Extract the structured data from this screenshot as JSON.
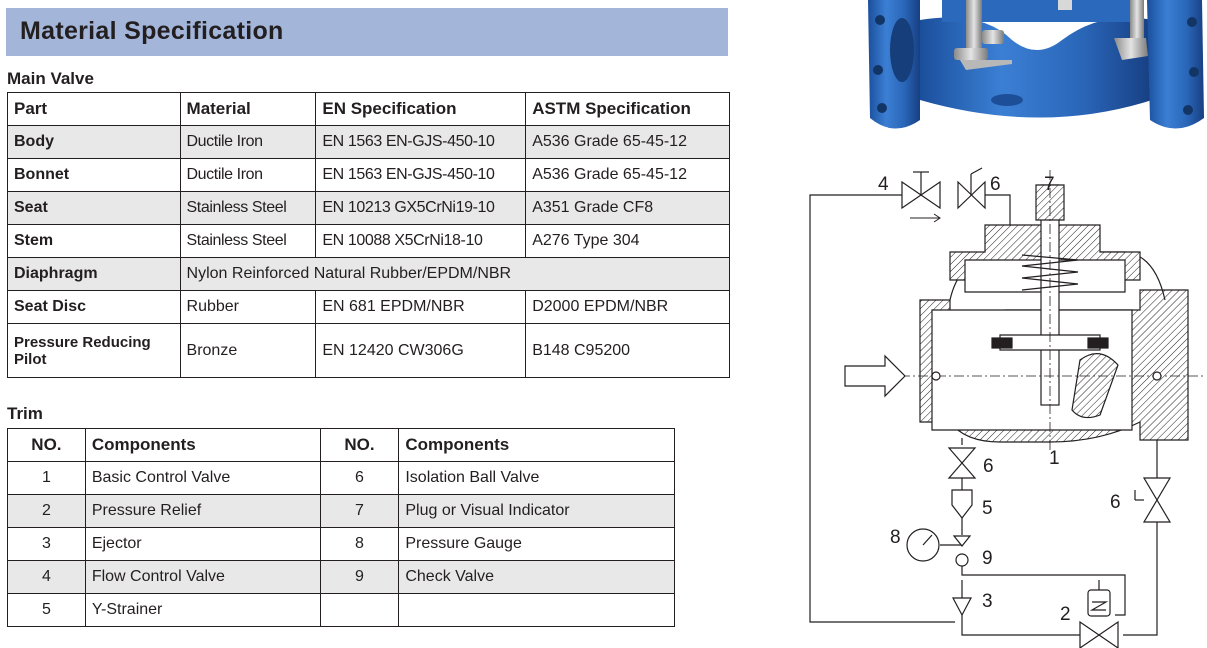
{
  "title": "Material Specification",
  "main_valve": {
    "label": "Main Valve",
    "headers": [
      "Part",
      "Material",
      "EN Specification",
      "ASTM Specification"
    ],
    "rows": [
      {
        "part": "Body",
        "material": "Ductile Iron",
        "en": "EN 1563 EN-GJS-450-10",
        "astm": "A536 Grade 65-45-12"
      },
      {
        "part": "Bonnet",
        "material": "Ductile Iron",
        "en": "EN 1563 EN-GJS-450-10",
        "astm": "A536 Grade 65-45-12"
      },
      {
        "part": "Seat",
        "material": "Stainless Steel",
        "en": "EN 10213 GX5CrNi19-10",
        "astm": "A351 Grade CF8"
      },
      {
        "part": "Stem",
        "material": "Stainless Steel",
        "en": "EN 10088 X5CrNi18-10",
        "astm": "A276 Type 304"
      },
      {
        "part": "Diaphragm",
        "material": "Nylon Reinforced Natural Rubber/EPDM/NBR"
      },
      {
        "part": "Seat Disc",
        "material": "Rubber",
        "en": "EN 681 EPDM/NBR",
        "astm": "D2000 EPDM/NBR"
      },
      {
        "part": "Pressure Reducing Pilot",
        "material": "Bronze",
        "en": "EN 12420 CW306G",
        "astm": "B148 C95200"
      }
    ]
  },
  "trim": {
    "label": "Trim",
    "headers": [
      "NO.",
      "Components",
      "NO.",
      "Components"
    ],
    "rows": [
      {
        "no1": "1",
        "c1": "Basic Control Valve",
        "no2": "6",
        "c2": "Isolation Ball Valve"
      },
      {
        "no1": "2",
        "c1": "Pressure Relief",
        "no2": "7",
        "c2": "Plug or Visual Indicator"
      },
      {
        "no1": "3",
        "c1": "Ejector",
        "no2": "8",
        "c2": "Pressure Gauge"
      },
      {
        "no1": "4",
        "c1": "Flow Control Valve",
        "no2": "9",
        "c2": "Check Valve"
      },
      {
        "no1": "5",
        "c1": "Y-Strainer",
        "no2": "",
        "c2": ""
      }
    ]
  },
  "schematic_labels": {
    "n1": "1",
    "n2": "2",
    "n3": "3",
    "n4": "4",
    "n5": "5",
    "n6a": "6",
    "n6b": "6",
    "n6c": "6",
    "n7": "7",
    "n8": "8",
    "n9": "9"
  },
  "colors": {
    "title_bar": "#a3b6da",
    "row_shade": "#e8e8e8",
    "valve_blue": "#2f6dc0",
    "text": "#231f20"
  },
  "icons": {
    "photo": "control-valve-photo",
    "diagram": "valve-schematic-diagram"
  }
}
